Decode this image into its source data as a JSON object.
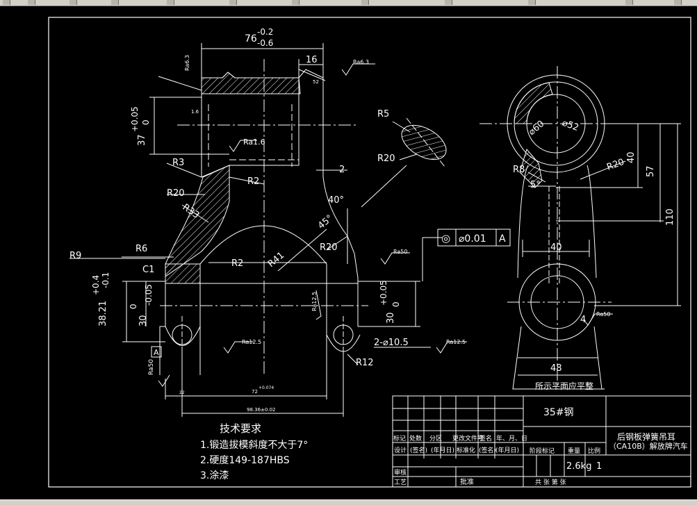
{
  "colors": {
    "background": "#000000",
    "line": "#ffffff",
    "toolbar": "#d4d0c8"
  },
  "icons": [
    "toolbar-button-icon",
    "surface-finish-symbol-icon",
    "datum-a-box-icon",
    "concentricity-symbol-icon"
  ],
  "dims": {
    "d76": "76",
    "d76_tol_upper": "-0.2",
    "d76_tol_lower": "-0.6",
    "d16": "16",
    "d37_tol_upper": "+0.05",
    "d37_tol_lower": "0",
    "d37": "37",
    "d2": "2",
    "d40deg": "40°",
    "d45deg": "45°",
    "d38_21": "38.21",
    "d38_tol_upper": "+0.4",
    "d38_tol_lower": "-0.1",
    "d30_left_tol_upper": "0",
    "d30_left": "30",
    "d30_left_tol_lower": "-0.05",
    "d30_right": "30",
    "d30_right_tol_upper": "+0.05",
    "d30_right_tol_lower": "0",
    "hole_callout": "2-⌀10.5",
    "d72": "72",
    "d72_tol": "+0.074",
    "d98": "98.36±0.02",
    "d22": "22",
    "d16_small": "1.6",
    "d52_small": "52",
    "d40_right": "40",
    "d57": "57",
    "d110": "110",
    "d48": "48",
    "d5deg": "5°",
    "d4": "4",
    "d40_mid": "40",
    "dia60": "⌀60",
    "dia52": "⌀52"
  },
  "radii": {
    "r5": "R5",
    "r20_sec": "R20",
    "r3": "R3",
    "r2_top": "R2",
    "r20_left": "R20",
    "r33": "R33",
    "r6": "R6",
    "r9": "R9",
    "c1": "C1",
    "r2_mid": "R2",
    "r41": "R41",
    "r20_mid": "R20",
    "r12": "R12",
    "r8": "R8",
    "r20_right": "R20"
  },
  "surface": {
    "ra63_top": "Ra6.3",
    "ra63_left": "Ra6.3",
    "ra16": "Ra1.6",
    "ra50_right": "Ra50",
    "ra125_vert": "Ra12.5",
    "ra125_bottom": "Ra12.5",
    "ra125_holes": "Ra12.5",
    "ra50_left": "Ra50",
    "ra50_view": "Ra50"
  },
  "gdt": {
    "symbol": "◎",
    "tolerance": "⌀0.01",
    "datum": "A"
  },
  "datum_label": "A",
  "side_note": "所示平面应平整",
  "tech": {
    "heading": "技术要求",
    "items": [
      "1.锻造拔模斜度不大于7°",
      "2.硬度149-187HBS",
      "3.涂漆"
    ]
  },
  "title_block": {
    "material": "35#钢",
    "title_line1": "后钢板弹簧吊耳",
    "title_line2": "（CA10B）解放牌汽车",
    "row1": [
      "标记",
      "处数",
      "分区",
      "更改文件号",
      "签名",
      "年、月、日"
    ],
    "row2": [
      "设计",
      "(签名)",
      "(年月日)",
      "标准化",
      "(签名)",
      "(年月日)"
    ],
    "stage_label": "阶段标记",
    "weight_label": "重量",
    "scale_label": "比例",
    "weight": "2.6kg",
    "scale": "1",
    "review": "审核",
    "process": "工艺",
    "approve": "批准",
    "sheets": "共  张  第  张"
  }
}
